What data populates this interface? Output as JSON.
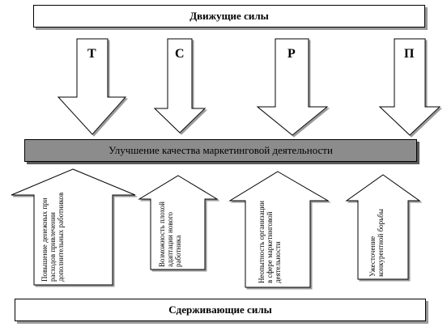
{
  "diagram": {
    "top_title": "Движущие силы",
    "middle_title": "Улучшение качества маркетинговой деятельности",
    "bottom_title": "Сдерживающие силы",
    "driving_forces": [
      "Т",
      "С",
      "Р",
      "П"
    ],
    "restraining_forces": [
      "Повышение денежных при расходов привлечении дополнительных работников",
      "Возможность плохой адаптации нового работника",
      "Неопытность организации в сфере маркетинговой деятельности",
      "Ужесточение конкурентной борьбы"
    ]
  }
}
